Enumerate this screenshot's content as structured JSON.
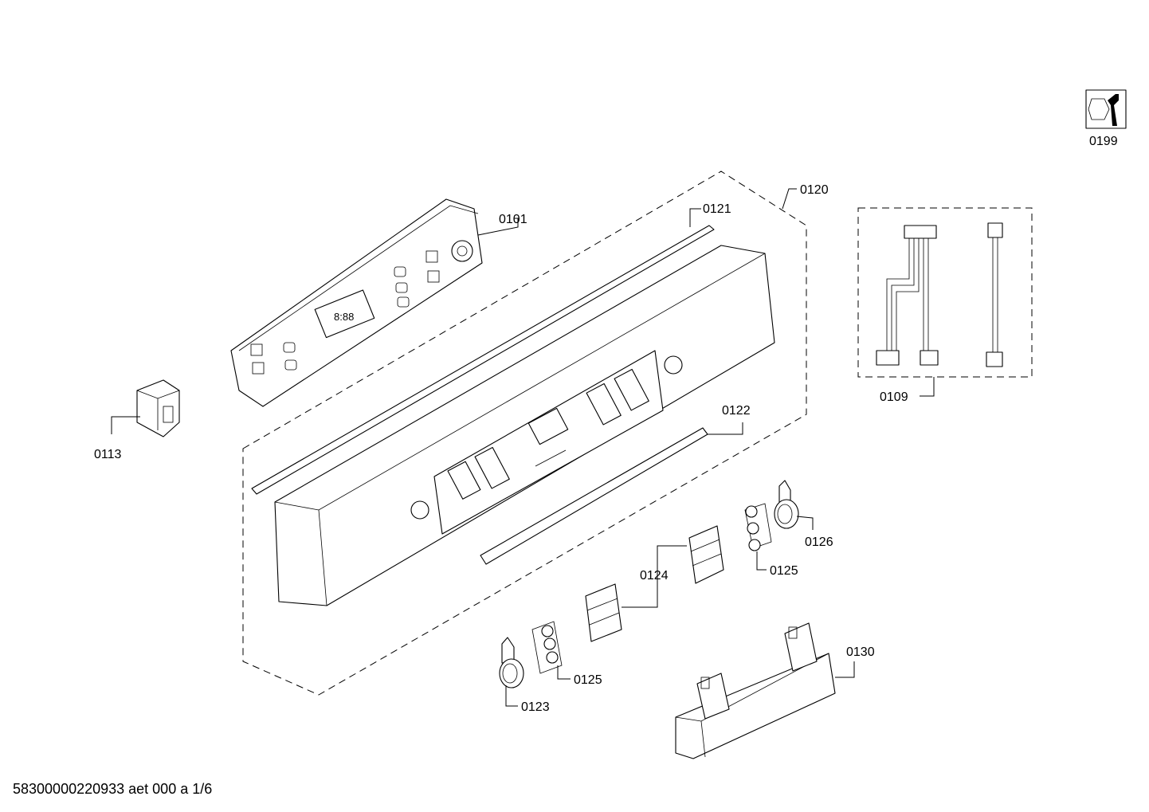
{
  "labels": {
    "p0199": "0199",
    "p0120": "0120",
    "p0121": "0121",
    "p0101": "0101",
    "p0109": "0109",
    "p0113": "0113",
    "p0122": "0122",
    "p0126": "0126",
    "p0125a": "0125",
    "p0124": "0124",
    "p0130": "0130",
    "p0125b": "0125",
    "p0123": "0123"
  },
  "footer": {
    "doc_id": "58300000220933 aet 000 a 1/6"
  },
  "icons": {
    "service": "service-tool-icon"
  }
}
